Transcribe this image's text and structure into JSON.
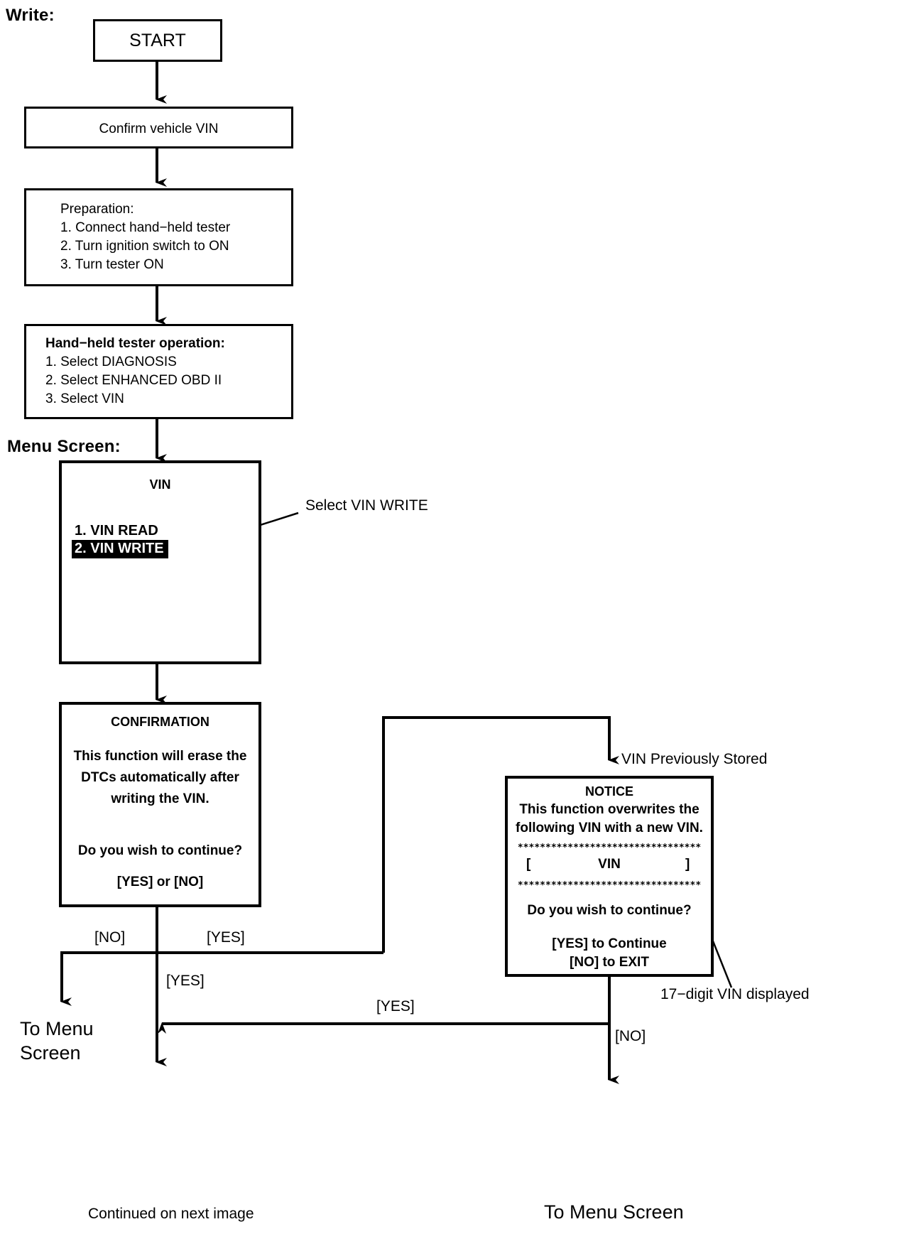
{
  "title_label": "Write:",
  "menu_screen_label": "Menu Screen:",
  "nodes": {
    "start": "START",
    "confirm_vin": "Confirm vehicle VIN",
    "preparation": {
      "heading": "Preparation:",
      "steps": [
        "1. Connect hand−held tester",
        "2. Turn ignition switch to ON",
        "3. Turn tester ON"
      ]
    },
    "tester_operation": {
      "heading": "Hand−held tester operation:",
      "steps": [
        "1. Select DIAGNOSIS",
        "2. Select ENHANCED OBD II",
        "3. Select VIN"
      ]
    },
    "vin_menu": {
      "title": "VIN",
      "items": [
        {
          "label": "1. VIN READ",
          "selected": false
        },
        {
          "label": "2. VIN WRITE",
          "selected": true
        }
      ]
    },
    "confirmation": {
      "title": "CONFIRMATION",
      "lines": [
        "This function will erase the",
        "DTCs automatically after",
        "writing the VIN."
      ],
      "question": "Do you wish to continue?",
      "answers": "[YES] or [NO]"
    },
    "notice": {
      "title": "NOTICE",
      "lines": [
        "This function overwrites the",
        "following VIN with a new VIN."
      ],
      "separator": "*********************************",
      "vin_open_bracket": "[",
      "vin_value": "VIN",
      "vin_close_bracket": "]",
      "question": "Do you wish to continue?",
      "answer_yes": "[YES] to Continue",
      "answer_no": "[NO] to EXIT"
    }
  },
  "annotations": {
    "select_vin_write": "Select VIN WRITE",
    "vin_previously_stored": "VIN Previously Stored",
    "seventeen_digit_vin": "17−digit VIN displayed"
  },
  "edge_labels": {
    "no_left": "[NO]",
    "yes_right": "[YES]",
    "yes_down": "[YES]",
    "yes_return": "[YES]",
    "no_bottom_right": "[NO]"
  },
  "terminals": {
    "to_menu_screen_left_line1": "To Menu",
    "to_menu_screen_left_line2": "Screen",
    "continued": "Continued on next image",
    "to_menu_screen_right": "To Menu Screen"
  },
  "colors": {
    "ink": "#000000",
    "paper": "#ffffff",
    "highlight_bg": "#000000",
    "highlight_fg": "#ffffff"
  }
}
